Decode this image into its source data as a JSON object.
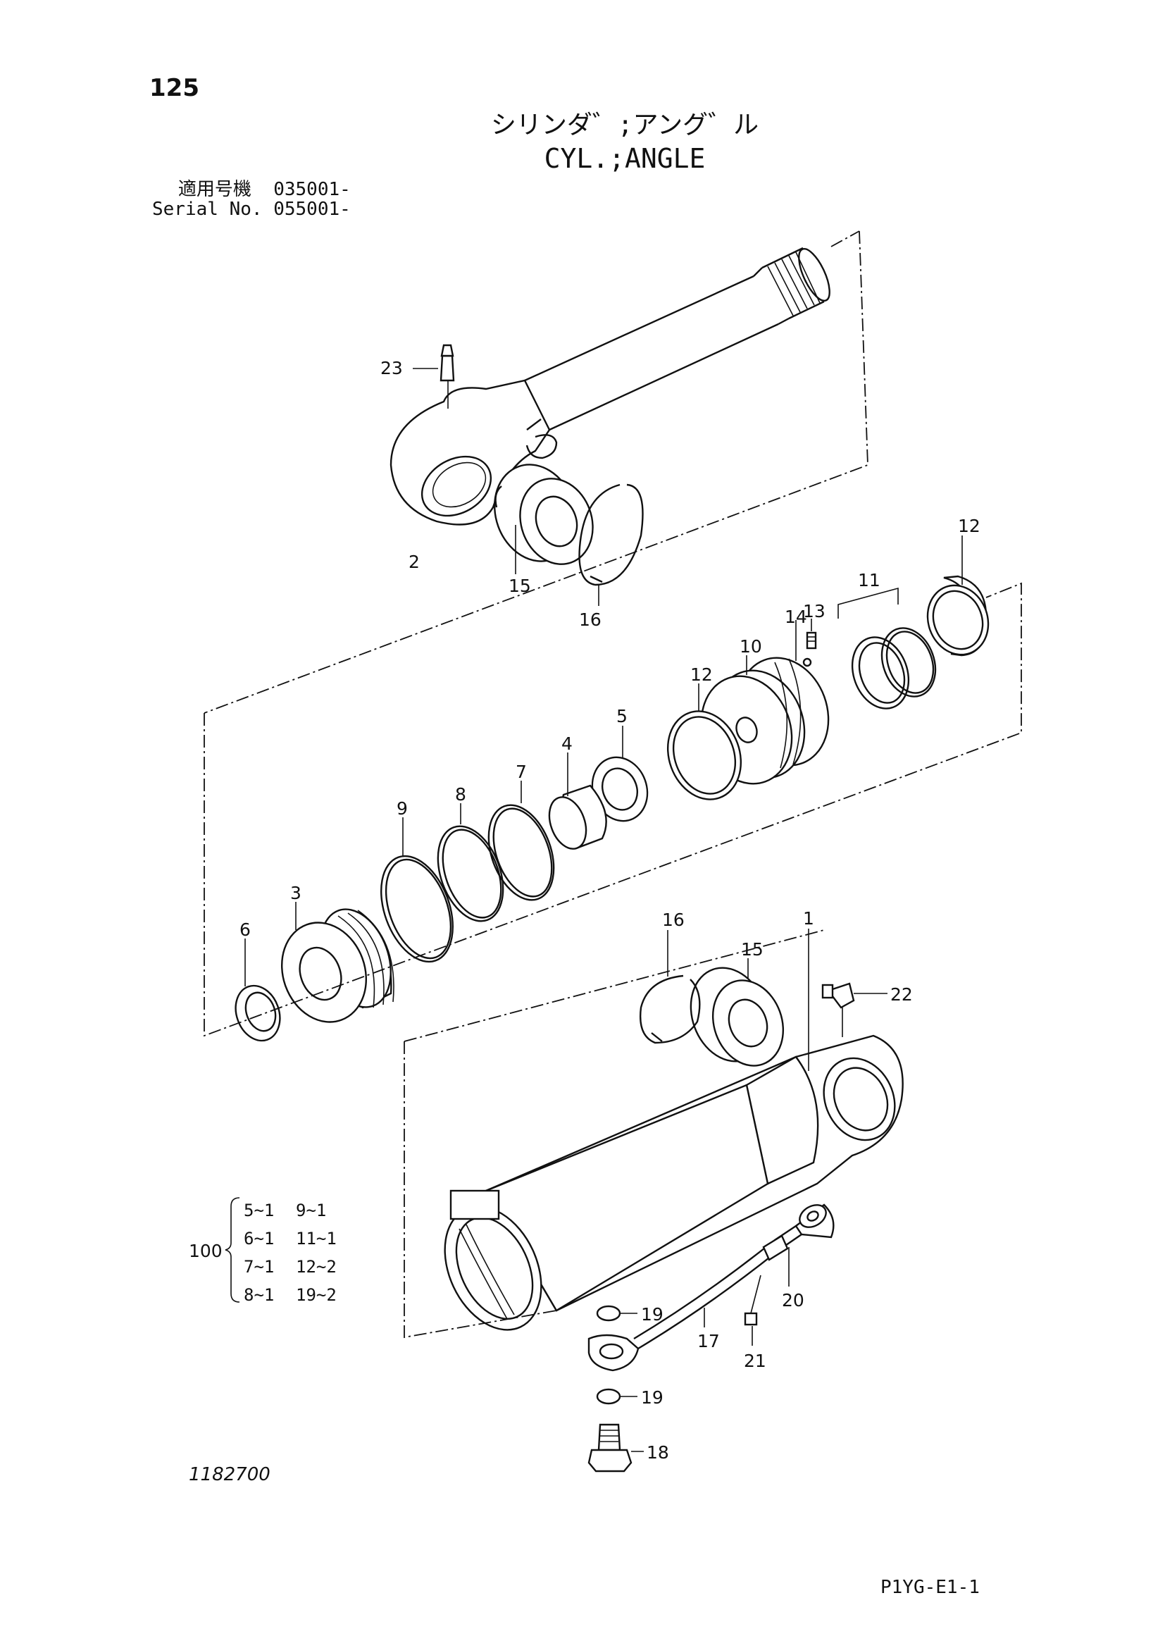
{
  "header": {
    "page_number": "125",
    "title_ja": "シリンダ゛;アング゛ル",
    "title_en": "CYL.;ANGLE",
    "serial_rows": [
      {
        "label": "適用号機",
        "value": "035001-"
      },
      {
        "label": "Serial No.",
        "value": "055001-"
      }
    ]
  },
  "callouts": {
    "c1": "1",
    "c2": "2",
    "c3": "3",
    "c4": "4",
    "c5": "5",
    "c6": "6",
    "c7": "7",
    "c8": "8",
    "c9": "9",
    "c10": "10",
    "c11": "11",
    "c12a": "12",
    "c12b": "12",
    "c13": "13",
    "c14": "14",
    "c15a": "15",
    "c15b": "15",
    "c16a": "16",
    "c16b": "16",
    "c17": "17",
    "c18": "18",
    "c19a": "19",
    "c19b": "19",
    "c20": "20",
    "c21": "21",
    "c22": "22",
    "c23": "23"
  },
  "kit": {
    "number": "100",
    "rows": [
      {
        "left": "5~1",
        "right": "9~1"
      },
      {
        "left": "6~1",
        "right": "11~1"
      },
      {
        "left": "7~1",
        "right": "12~2"
      },
      {
        "left": "8~1",
        "right": "19~2"
      }
    ]
  },
  "footer": {
    "drawing_number": "1182700",
    "page_code": "P1YG-E1-1"
  }
}
